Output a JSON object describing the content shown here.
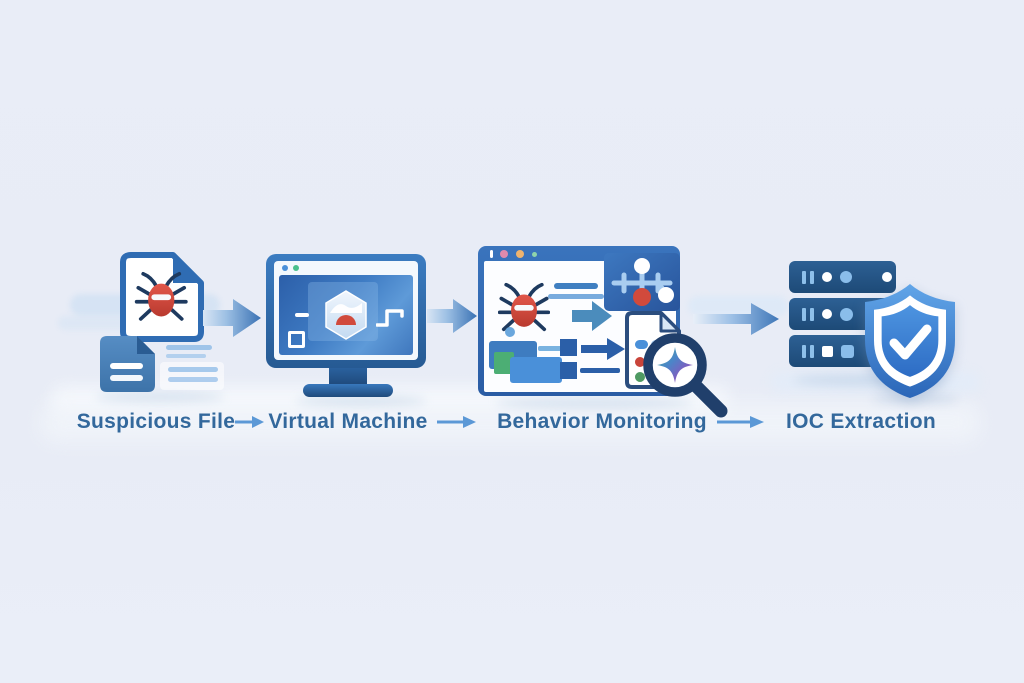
{
  "diagram": {
    "type": "pipeline-flow",
    "background": "#e9edf7",
    "steps": [
      {
        "label": "Suspicious File",
        "icon": "malware-document-icon"
      },
      {
        "label": "Virtual Machine",
        "icon": "sandbox-monitor-icon"
      },
      {
        "label": "Behavior Monitoring",
        "icon": "analysis-browser-icon"
      },
      {
        "label": "IOC Extraction",
        "icon": "server-shield-icon"
      }
    ],
    "colors": {
      "label_text": "#33689c",
      "flow_arrow_dark": "#3a72b4",
      "flow_arrow_light": "#d8e5f4",
      "label_arrow": "#5b98d6",
      "primary_blue": "#2e6cb3",
      "navy": "#1f3a66",
      "bug_red": "#cf4538",
      "green_accent": "#4cae74",
      "shield_blue": "#2b66b8"
    }
  }
}
